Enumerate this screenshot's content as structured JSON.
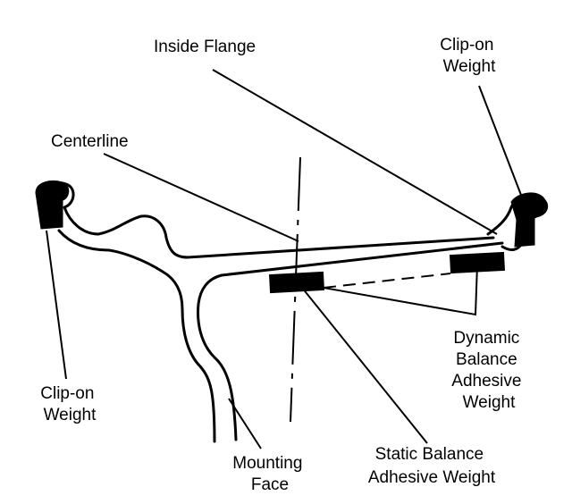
{
  "labels": {
    "inside_flange": "Inside Flange",
    "clip_on_weight_right": [
      "Clip-on",
      "Weight"
    ],
    "centerline": "Centerline",
    "clip_on_weight_left": [
      "Clip-on",
      "Weight"
    ],
    "dynamic_balance": [
      "Dynamic",
      "Balance",
      "Adhesive",
      "Weight"
    ],
    "mounting_face": [
      "Mounting",
      "Face"
    ],
    "static_balance": [
      "Static Balance",
      "Adhesive Weight"
    ]
  }
}
